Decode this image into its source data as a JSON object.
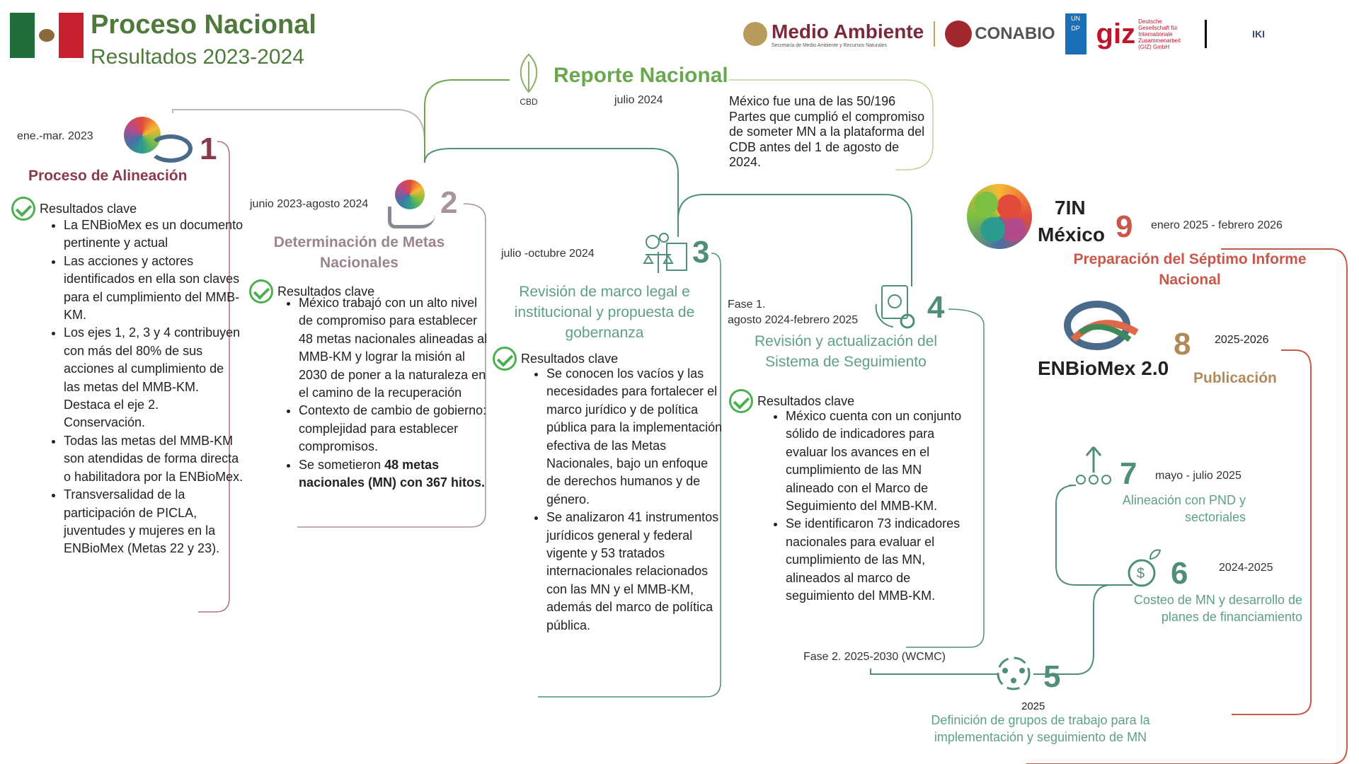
{
  "header": {
    "title": "Proceso Nacional",
    "subtitle": "Resultados 2023-2024"
  },
  "flag_colors": [
    "#1f6e3c",
    "#ffffff",
    "#c8202e"
  ],
  "logos": {
    "medio_ambiente": "Medio Ambiente",
    "medio_ambiente_sub": "Secretaría de Medio Ambiente y Recursos Naturales",
    "conabio": "CONABIO",
    "undp": "UNDP",
    "giz": "giz",
    "giz_sub": "Deutsche Gesellschaft für Internationale Zusammenarbeit (GIZ) GmbH",
    "iki": "IKI"
  },
  "reporte": {
    "cbd": "CBD",
    "title": "Reporte Nacional",
    "date": "julio 2024",
    "text": "México fue una de las 50/196 Partes que cumplió el compromiso de someter MN a la plataforma del CDB antes del 1 de agosto de 2024."
  },
  "stages": {
    "s1": {
      "num": "1",
      "date": "ene.-mar. 2023",
      "title": "Proceso de Alineación",
      "rc": "Resultados clave",
      "bullets": [
        "La ENBioMex es un documento pertinente y actual",
        "Las acciones y actores identificados en ella son claves para el cumplimiento del MMB-KM.",
        "Los ejes 1, 2, 3 y 4 contribuyen con más del 80% de sus acciones al cumplimiento de las metas del MMB-KM. Destaca el eje 2. Conservación.",
        "Todas las metas del MMB-KM son atendidas de forma directa o habilitadora por la ENBioMex.",
        "Transversalidad de la participación de PICLA, juventudes y mujeres en la ENBioMex (Metas 22 y 23)."
      ]
    },
    "s2": {
      "num": "2",
      "date": "junio 2023-agosto 2024",
      "title": "Determinación de Metas Nacionales",
      "rc": "Resultados clave",
      "bullets": [
        "México trabajó con un alto nivel de compromiso para establecer 48 metas nacionales alineadas al MMB-KM y lograr la misión al 2030 de poner a la naturaleza en el camino de la recuperación",
        "Contexto de cambio de gobierno: complejidad para establecer compromisos."
      ],
      "bullet3_pre": "Se sometieron ",
      "bullet3_bold": "48 metas nacionales (MN) con 367 hitos."
    },
    "s3": {
      "num": "3",
      "date": "julio -octubre 2024",
      "title": "Revisión de marco legal e institucional y propuesta de gobernanza",
      "rc": "Resultados clave",
      "bullets": [
        "Se conocen los vacíos y las necesidades para fortalecer el marco jurídico y de política pública para la implementación efectiva de las Metas Nacionales, bajo un enfoque de derechos humanos y de género.",
        "Se analizaron 41 instrumentos jurídicos general y federal vigente y 53 tratados internacionales relacionados con las MN y el MMB-KM, además del marco de política pública."
      ]
    },
    "s4": {
      "num": "4",
      "date_line1": "Fase 1.",
      "date_line2": "agosto 2024-febrero 2025",
      "title": "Revisión y actualización del Sistema de Seguimiento",
      "rc": "Resultados clave",
      "bullets": [
        "México cuenta con un conjunto sólido de indicadores para evaluar los avances en el cumplimiento de las MN alineado con el Marco de Seguimiento del MMB-KM.",
        "Se identificaron 73 indicadores nacionales para evaluar el cumplimiento de las MN, alineados al marco de seguimiento del MMB-KM."
      ],
      "fase2": "Fase 2. 2025-2030 (WCMC)"
    },
    "s5": {
      "num": "5",
      "date": "2025",
      "title": "Definición de grupos de trabajo para la implementación y seguimiento de MN"
    },
    "s6": {
      "num": "6",
      "date": "2024-2025",
      "title": "Costeo de MN y desarrollo de planes de financiamiento"
    },
    "s7": {
      "num": "7",
      "date": "mayo - julio 2025",
      "title": "Alineación con PND y sectoriales"
    },
    "s8": {
      "num": "8",
      "date": "2025-2026",
      "title": "Publicación",
      "label": "ENBioMex 2.0"
    },
    "s9": {
      "num": "9",
      "date": "enero 2025 - febrero 2026",
      "title": "Preparación del Séptimo Informe Nacional",
      "label1": "7IN",
      "label2": "México"
    }
  },
  "colors": {
    "green_title": "#4f7a3c",
    "maroon": "#8b3a4a",
    "mauve": "#9a8490",
    "teal": "#4f8f7a",
    "teal_light": "#5e9e8c",
    "salmon": "#c8584a",
    "tan": "#b08a5a",
    "check": "#4caf50"
  }
}
